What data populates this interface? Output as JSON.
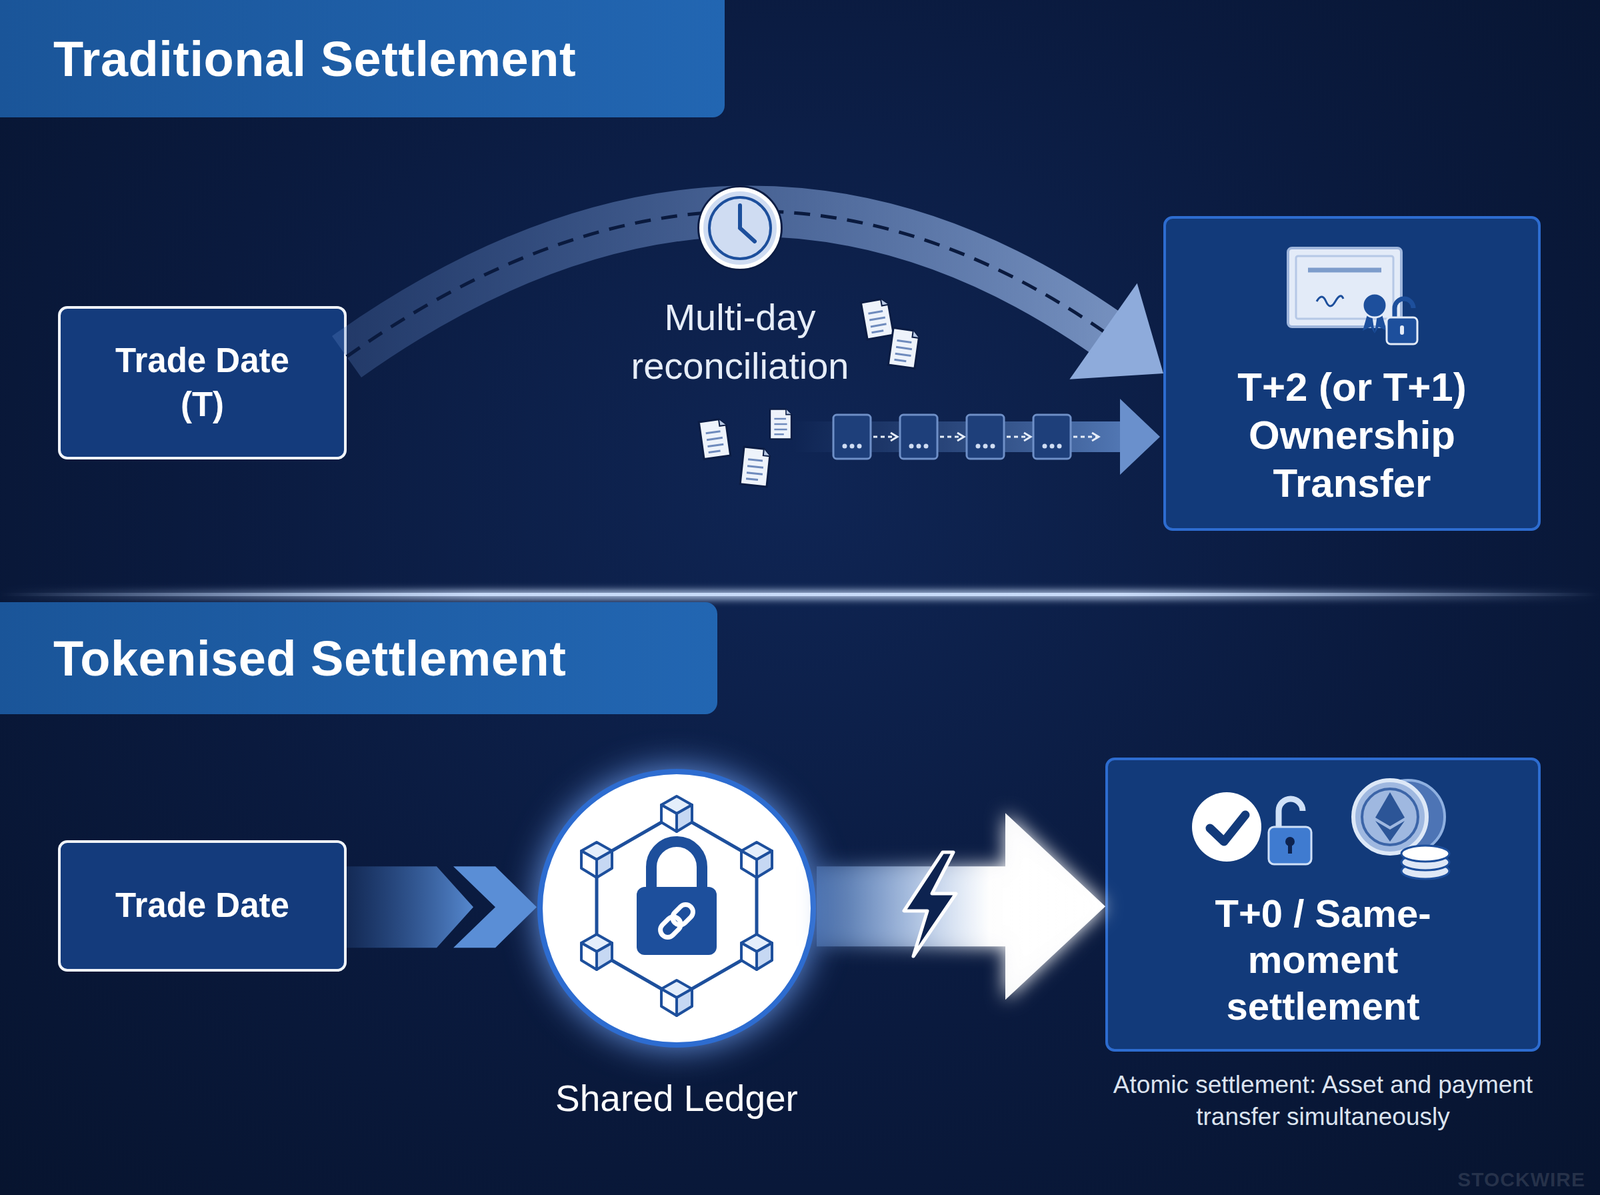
{
  "diagram": {
    "nodes": [
      {
        "text": [
          "Traditional Settlement"
        ]
      },
      {
        "text": [
          "Trade Date (T)"
        ]
      },
      {
        "text": [
          "T+2 (or T+1) Ownership Transfer"
        ]
      },
      {
        "text": [
          "Tokenised Settlement"
        ]
      },
      {
        "text": [
          "Trade Date"
        ]
      },
      {
        "text": [
          "Shared Ledger"
        ]
      },
      {
        "text": [
          "T+0 / Same-moment settlement",
          "Atomic settlement: Asset and payment transfer simultaneously"
        ]
      }
    ],
    "edges": [
      {
        "from": 1,
        "to": 2,
        "arrow": "to",
        "label": "Multi-day reconciliation"
      },
      {
        "from": 4,
        "to": 5,
        "arrow": "to"
      },
      {
        "from": 5,
        "to": 6,
        "arrow": "to"
      }
    ],
    "labels": [
      "STOCKWIRE"
    ]
  }
}
